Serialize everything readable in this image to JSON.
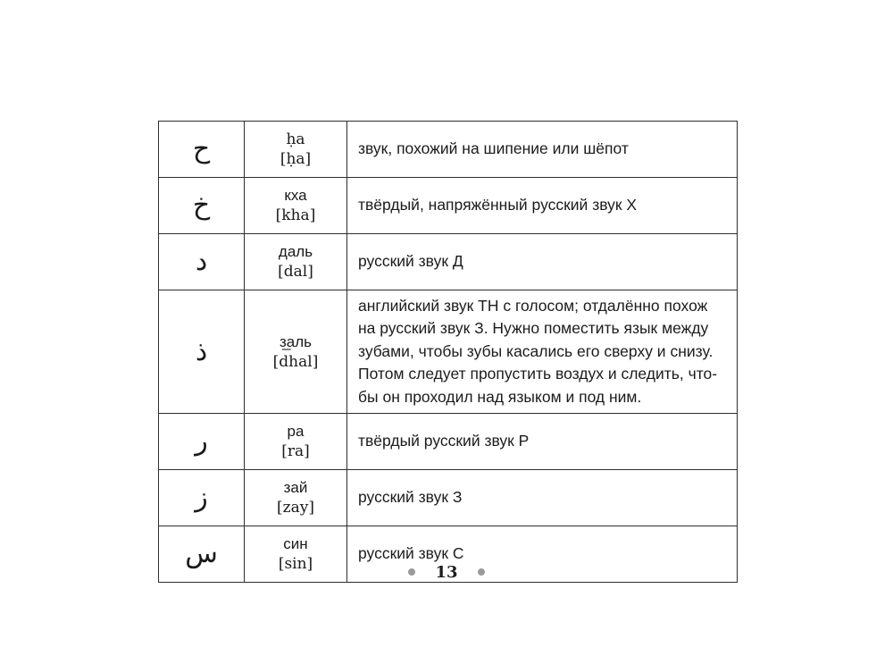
{
  "table": {
    "rows": [
      {
        "letter": "ح",
        "name": "ḥa",
        "transcription": "[ḥa]",
        "description": "звук, похожий на шипение или шёпот"
      },
      {
        "letter": "خ",
        "name": "кха",
        "transcription": "[kha]",
        "description": "твёрдый, напряжённый русский звук Х"
      },
      {
        "letter": "د",
        "name": "даль",
        "transcription": "[dal]",
        "description": "русский звук Д"
      },
      {
        "letter": "ذ",
        "name": "з̲аль",
        "transcription": "[dhal]",
        "description": "английский звук ТН с голосом; отдалённо похож\nна русский звук З. Нужно поместить язык между\nзубами, чтобы зубы касались его сверху и снизу.\nПотом следует пропустить воздух и следить, что-\nбы он проходил над языком и под ним."
      },
      {
        "letter": "ر",
        "name": "ра",
        "transcription": "[ra]",
        "description": "твёрдый русский звук Р"
      },
      {
        "letter": "ز",
        "name": "зай",
        "transcription": "[zay]",
        "description": "русский звук З"
      },
      {
        "letter": "س",
        "name": "син",
        "transcription": "[sin]",
        "description": "русский звук С"
      }
    ]
  },
  "footer": {
    "page_number": "13"
  },
  "colors": {
    "background": "#ffffff",
    "text": "#1c1c1c",
    "border": "#2e2e2e",
    "dot": "#9a9a9a"
  }
}
